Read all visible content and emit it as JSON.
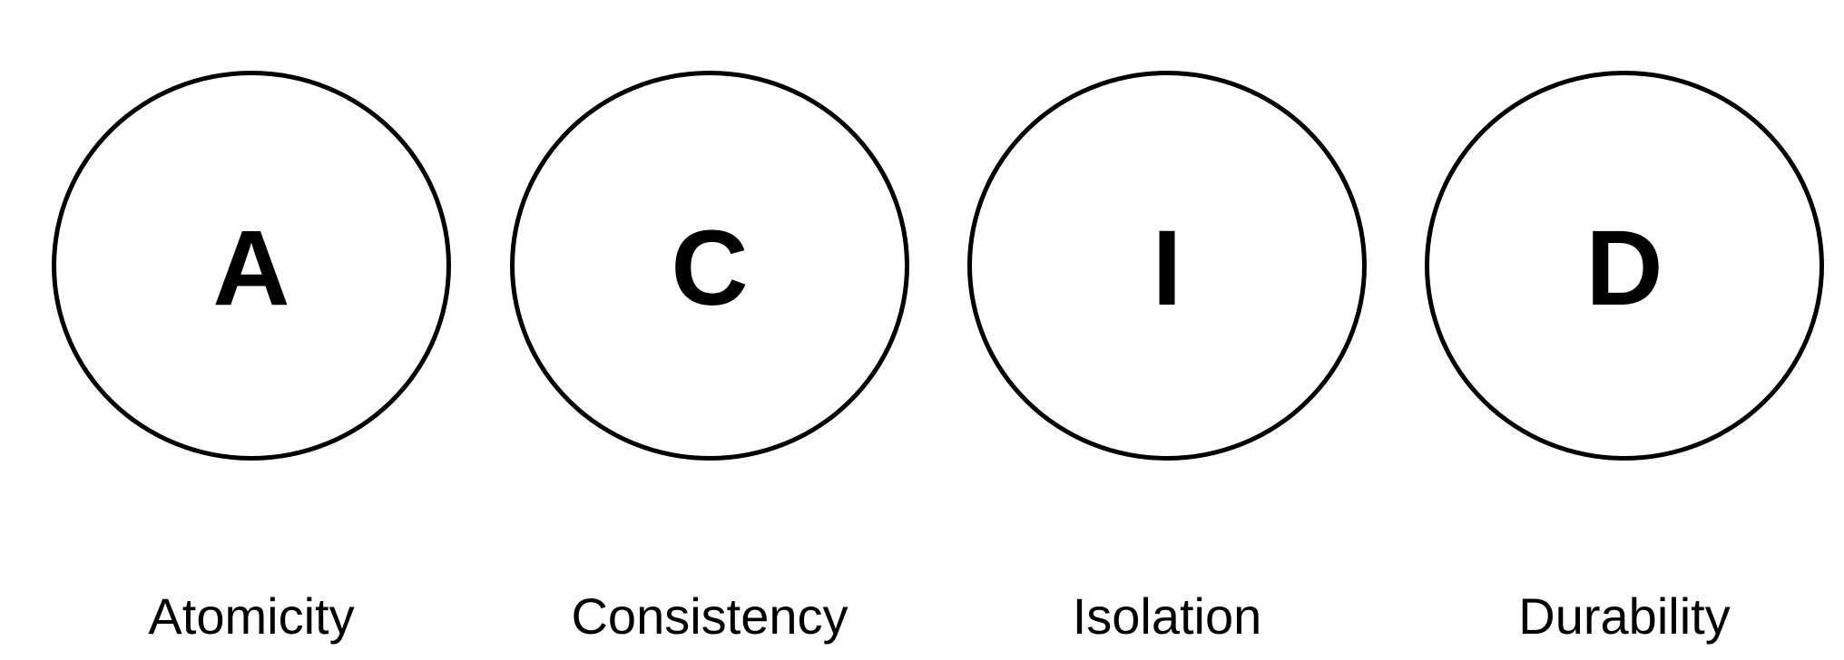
{
  "diagram": {
    "items": [
      {
        "letter": "A",
        "label": "Atomicity"
      },
      {
        "letter": "C",
        "label": "Consistency"
      },
      {
        "letter": "I",
        "label": "Isolation"
      },
      {
        "letter": "D",
        "label": "Durability"
      }
    ]
  },
  "colors": {
    "stroke": "#000000",
    "text": "#000000",
    "background": "#ffffff"
  }
}
